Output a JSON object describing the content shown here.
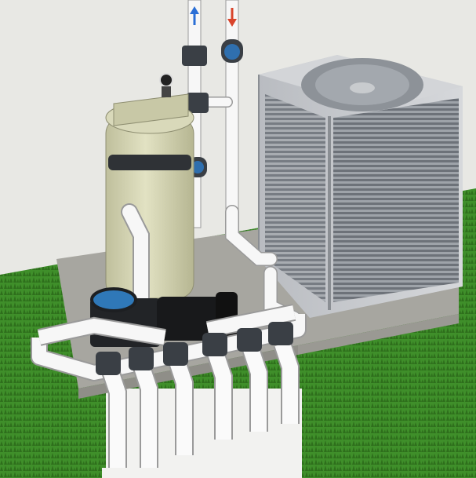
{
  "scene": {
    "colors": {
      "wall": "#e8e8e4",
      "grass": "#3f8f2a",
      "grass_dark": "#2e6f1c",
      "pad": "#a7a6a0",
      "pipe": "#fafafa",
      "pipe_shade": "#cfcfcf",
      "valve": "#3a3f45",
      "filter_tank": "#d8d8b6",
      "pump_body": "#222427",
      "pump_lid": "#2f78b8",
      "condenser": "#c5c8cc",
      "condenser_grille": "#6d7279",
      "arrow_up": "#2b6fd6",
      "arrow_down": "#d9442b"
    },
    "equipment": [
      "ac-condenser",
      "sand-filter-tank",
      "pool-pump",
      "pvc-plumbing",
      "valve-manifold"
    ],
    "flow_indicators": [
      "supply-arrow-up",
      "return-arrow-down"
    ]
  }
}
